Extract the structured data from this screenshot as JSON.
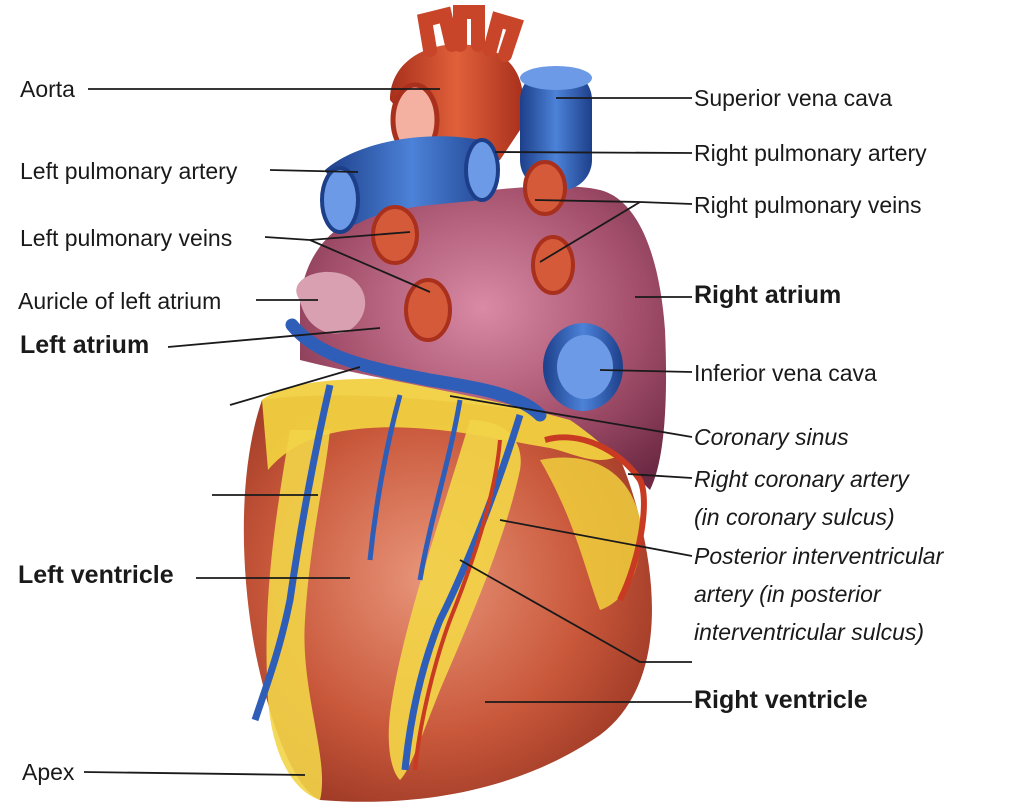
{
  "labels": {
    "aorta": "Aorta",
    "left_pulmonary_artery": "Left pulmonary artery",
    "left_pulmonary_veins": "Left pulmonary veins",
    "auricle_left_atrium": "Auricle of left atrium",
    "left_atrium": "Left atrium",
    "left_ventricle": "Left ventricle",
    "apex": "Apex",
    "superior_vena_cava": "Superior vena cava",
    "right_pulmonary_artery": "Right pulmonary artery",
    "right_pulmonary_veins": "Right pulmonary veins",
    "right_atrium": "Right atrium",
    "inferior_vena_cava": "Inferior vena cava",
    "coronary_sinus": "Coronary sinus",
    "right_coronary_artery_line1": "Right coronary artery",
    "right_coronary_artery_line2": "(in coronary sulcus)",
    "posterior_iv_line1": "Posterior interventricular",
    "posterior_iv_line2": "artery (in posterior",
    "posterior_iv_line3": "interventricular sulcus)",
    "right_ventricle": "Right ventricle"
  },
  "colors": {
    "myocardium": "#c4553a",
    "fat": "#f0d040",
    "vein_blue": "#2e5eb8",
    "artery_red": "#d44a2a",
    "atrium_purple": "#a4506c",
    "leader_line": "#1a1a1a"
  }
}
